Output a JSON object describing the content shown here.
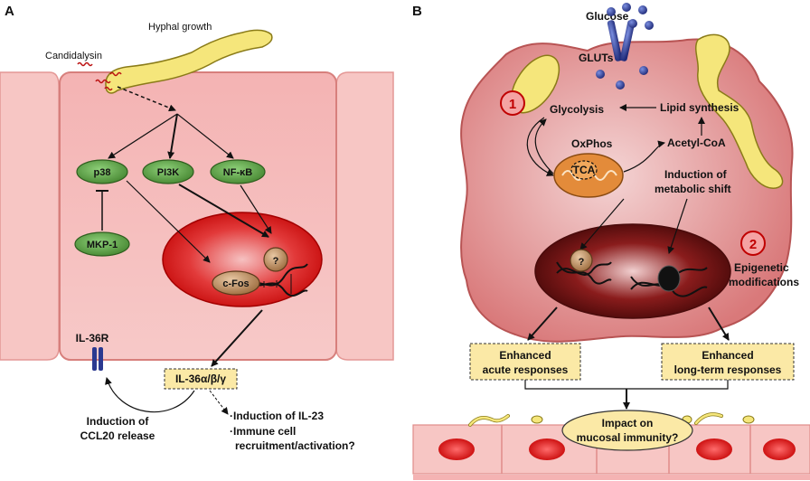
{
  "panel_a": {
    "letter": "A",
    "hyphal_growth": "Hyphal growth",
    "candidalysin": "Candidalysin",
    "p38": "p38",
    "pi3k": "PI3K",
    "nfkb": "NF-κB",
    "mkp1": "MKP-1",
    "cfos": "c-Fos",
    "unknown": "?",
    "il36r": "IL-36R",
    "il36": "IL-36α/β/γ",
    "induction_ccl20_line1": "Induction of",
    "induction_ccl20_line2": "CCL20 release",
    "induction_il23": "·Induction of IL-23",
    "immune_line1": "·Immune cell",
    "immune_line2": "recruitment/activation?"
  },
  "panel_b": {
    "letter": "B",
    "glucose": "Glucose",
    "gluts": "GLUTs",
    "step1": "1",
    "step2": "2",
    "glycolysis": "Glycolysis",
    "lipid_synthesis": "Lipid synthesis",
    "acetyl_coa": "Acetyl-CoA",
    "oxphos": "OxPhos",
    "tca": "TCA",
    "metabolic_line1": "Induction of",
    "metabolic_line2": "metabolic shift",
    "unknown": "?",
    "epigenetic_line1": "Epigenetic",
    "epigenetic_line2": "modifications",
    "acute_line1": "Enhanced",
    "acute_line2": "acute responses",
    "longterm_line1": "Enhanced",
    "longterm_line2": "long-term responses",
    "impact_line1": "Impact on",
    "impact_line2": "mucosal immunity?"
  },
  "colors": {
    "cell_fill": "#f6b7b5",
    "cell_stroke": "#c0504d",
    "nucleus": "#d7191c",
    "node_green": "#6aa84f",
    "hypha": "#f3e57a",
    "gluts": "#2b3990",
    "box_yellow": "#fbe9a6"
  }
}
